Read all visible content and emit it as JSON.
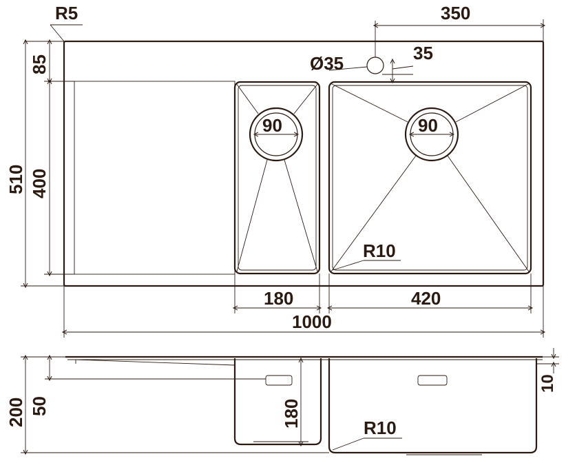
{
  "colors": {
    "ink": "#2b1a12",
    "background": "#ffffff"
  },
  "top_view": {
    "corner_radius": "R5",
    "tap_hole_diameter": "Ø35",
    "tap_offset_right": "350",
    "tap_offset_from_edge": "35",
    "back_margin": "85",
    "overall_depth": "510",
    "bowl_depth": "400",
    "small_bowl_drain": "90",
    "large_bowl_drain": "90",
    "inner_radius": "R10",
    "small_bowl_width": "180",
    "large_bowl_width": "420",
    "overall_width": "1000"
  },
  "side_view": {
    "overall_height": "200",
    "drainboard_drop": "50",
    "small_bowl_height": "180",
    "rim_thickness": "10",
    "inner_radius": "R10"
  }
}
